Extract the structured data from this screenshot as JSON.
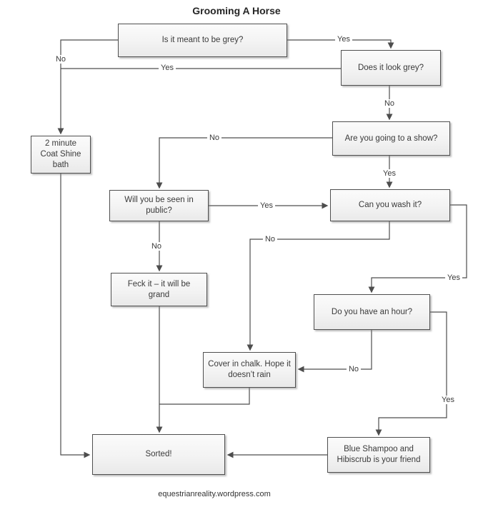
{
  "title": "Grooming A Horse",
  "footer": "equestrianreality.wordpress.com",
  "nodes": {
    "meant_grey": {
      "label": "Is it meant to be grey?"
    },
    "look_grey": {
      "label": "Does it look grey?"
    },
    "coat_shine": {
      "label": "2 minute Coat Shine bath"
    },
    "show": {
      "label": "Are you going to a show?"
    },
    "public": {
      "label": "Will you be seen in public?"
    },
    "wash": {
      "label": "Can you wash it?"
    },
    "feck": {
      "label": "Feck it – it will be grand"
    },
    "hour": {
      "label": "Do you have an hour?"
    },
    "chalk": {
      "label": "Cover in chalk. Hope it doesn’t rain"
    },
    "sorted": {
      "label": "Sorted!"
    },
    "shampoo": {
      "label": "Blue Shampoo and Hibiscrub is your friend"
    }
  },
  "edge_labels": {
    "meant_grey_no": "No",
    "meant_grey_yes": "Yes",
    "look_grey_yes": "Yes",
    "look_grey_no": "No",
    "show_no": "No",
    "show_yes": "Yes",
    "public_yes": "Yes",
    "public_no": "No",
    "wash_no": "No",
    "wash_yes": "Yes",
    "hour_no": "No",
    "hour_yes": "Yes"
  },
  "colors": {
    "line": "#4d4d4d",
    "box_border": "#4f4f4f",
    "box_fill_top": "#fbfbfb",
    "box_fill_bottom": "#e9e9e9",
    "text": "#3a3a3a"
  }
}
